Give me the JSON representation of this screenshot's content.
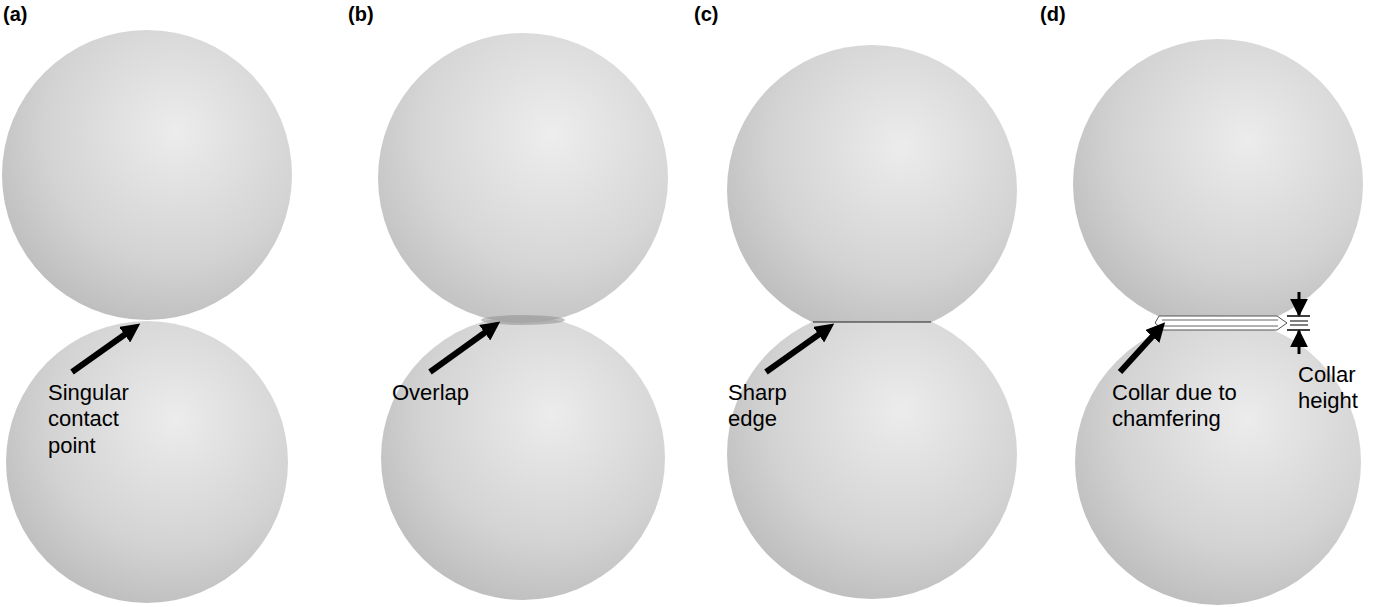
{
  "diagram": {
    "labels": [
      "(a)",
      "(b)",
      "(c)",
      "(d)",
      "Singular contact point",
      "Overlap",
      "Sharp edge",
      "Collar due to chamfering",
      "Collar height"
    ]
  }
}
